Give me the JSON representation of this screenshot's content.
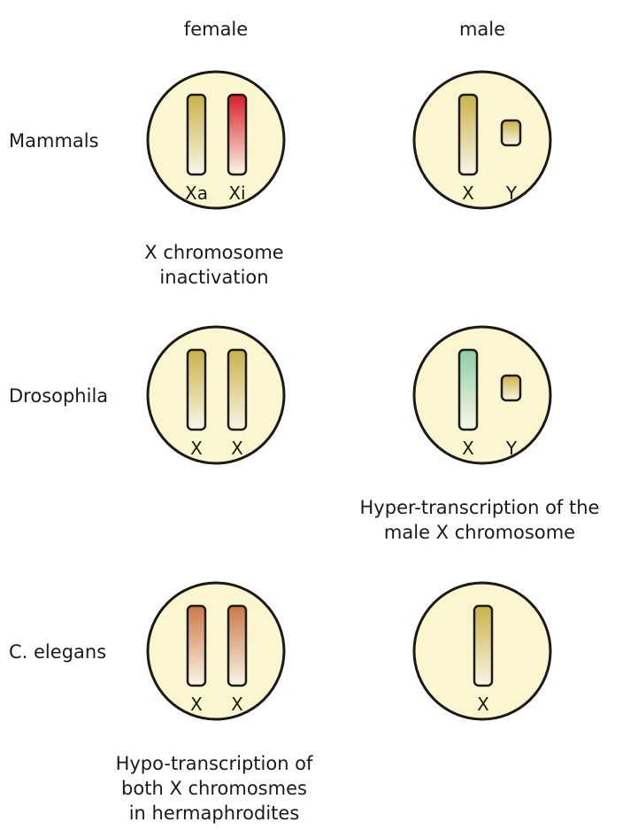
{
  "headers": {
    "female": "female",
    "male": "male"
  },
  "colors": {
    "cell_fill": "#fbf6cf",
    "normal_x": "#c9b24a",
    "inactive_x": "#d81f26",
    "hyper_x": "#8fcfa6",
    "hypo_x": "#c9784a",
    "y_chrom": "#c9b24a"
  },
  "rows": [
    {
      "label": "Mammals",
      "female": {
        "labels": [
          "Xa",
          "Xi"
        ],
        "colors": [
          "normal_x",
          "inactive_x"
        ]
      },
      "male": {
        "x_label": "X",
        "y_label": "Y",
        "x_color": "normal_x",
        "has_y": true
      },
      "female_caption": [
        "X chromosome",
        "inactivation"
      ],
      "male_caption": []
    },
    {
      "label": "Drosophila",
      "female": {
        "labels": [
          "X",
          "X"
        ],
        "colors": [
          "normal_x",
          "normal_x"
        ]
      },
      "male": {
        "x_label": "X",
        "y_label": "Y",
        "x_color": "hyper_x",
        "has_y": true
      },
      "female_caption": [],
      "male_caption": [
        "Hyper-transcription of the",
        "male X chromosome"
      ]
    },
    {
      "label": "C. elegans",
      "female": {
        "labels": [
          "X",
          "X"
        ],
        "colors": [
          "hypo_x",
          "hypo_x"
        ]
      },
      "male": {
        "x_label": "X",
        "y_label": "",
        "x_color": "normal_x",
        "has_y": false
      },
      "female_caption": [
        "Hypo-transcription of",
        "both X chromosmes",
        "in hermaphrodites"
      ],
      "male_caption": []
    }
  ]
}
